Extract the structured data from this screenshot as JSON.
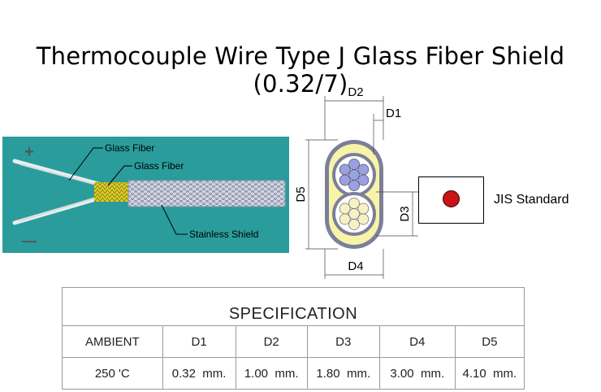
{
  "title": "Thermocouple Wire Type J Glass Fiber Shield (0.32/7)",
  "photo": {
    "plus_sign": "+",
    "minus_sign": "—",
    "callout_1": "Glass Fiber",
    "callout_2": "Glass Fiber",
    "callout_3": "Stainless Shield"
  },
  "cross_section": {
    "d1": "D1",
    "d2": "D2",
    "d3": "D3",
    "d4": "D4",
    "d5": "D5"
  },
  "jis": {
    "label": "JIS Standard",
    "color": "#c81414"
  },
  "spec": {
    "heading": "SPECIFICATION",
    "columns": [
      "AMBIENT",
      "D1",
      "D2",
      "D3",
      "D4",
      "D5"
    ],
    "values": [
      "250 'C",
      "0.32  mm.",
      "1.00  mm.",
      "1.80  mm.",
      "3.00  mm.",
      "4.10  mm."
    ]
  },
  "colors": {
    "teal_background": "#2a9c9c",
    "insulation_yellow": "#f7f3a8",
    "conductor_blue": "#9aa0e6"
  }
}
